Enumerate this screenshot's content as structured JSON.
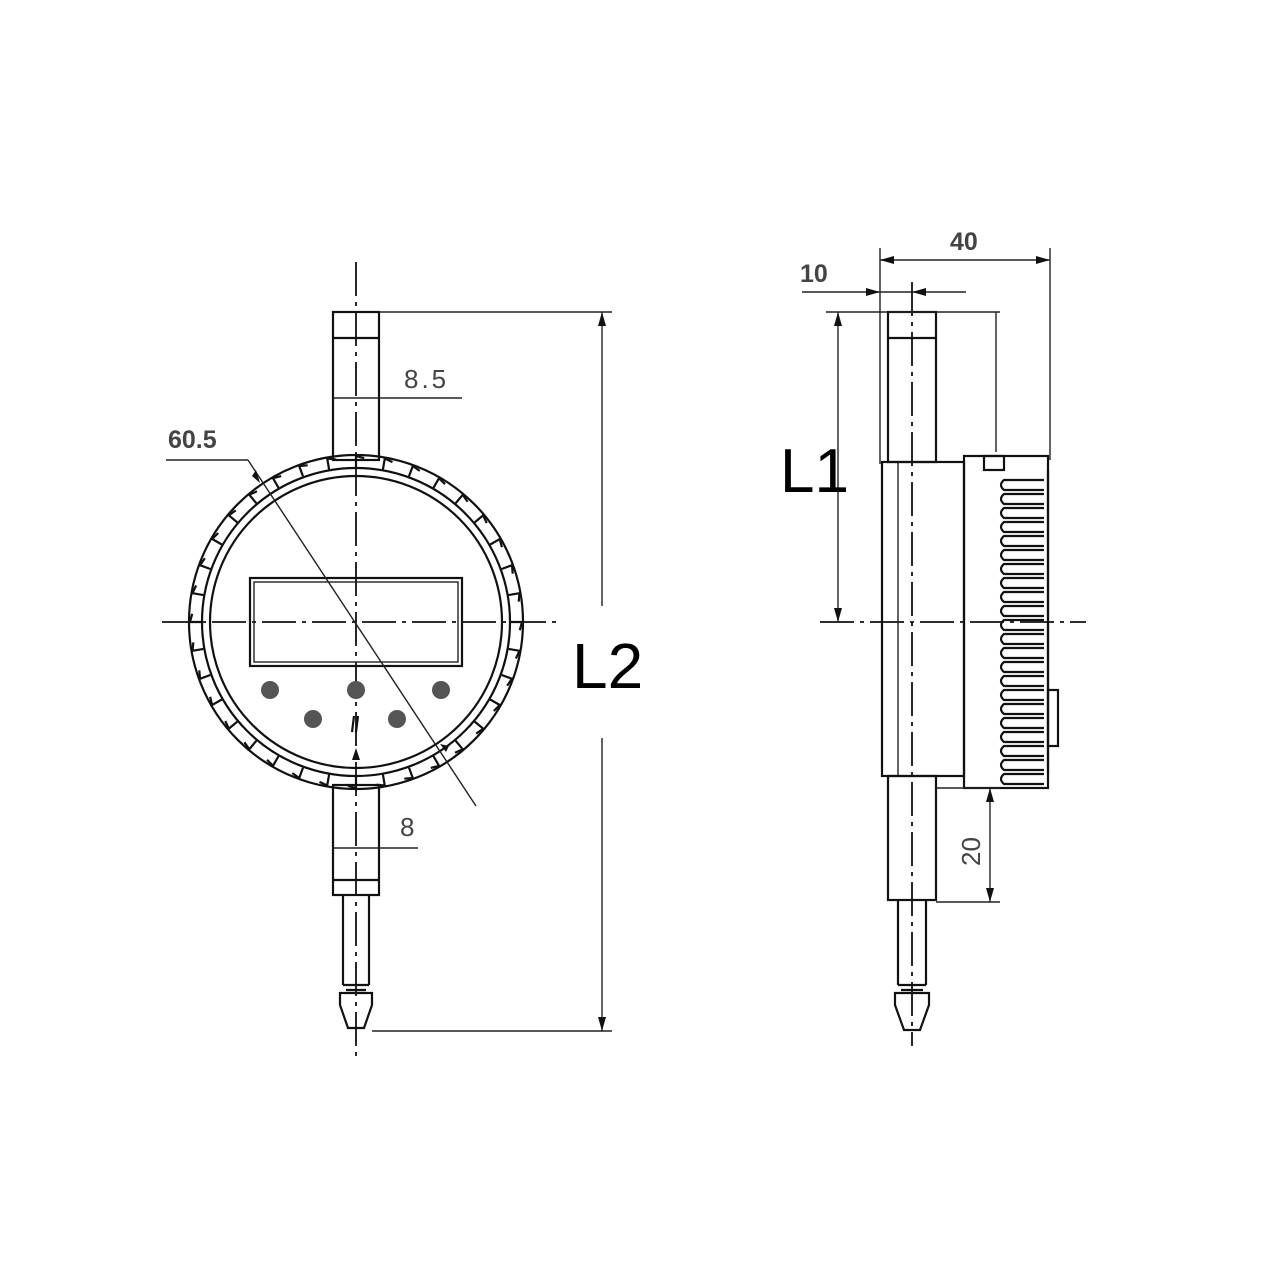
{
  "front_view": {
    "dims": {
      "stem_diameter": "8.5",
      "body_diameter": "60.5",
      "lower_stem_diameter": "8",
      "overall_length": "L2"
    }
  },
  "side_view": {
    "dims": {
      "overall_depth": "40",
      "stem_offset": "10",
      "stem_to_center_length": "L1",
      "bottom_stem_length": "20"
    }
  }
}
